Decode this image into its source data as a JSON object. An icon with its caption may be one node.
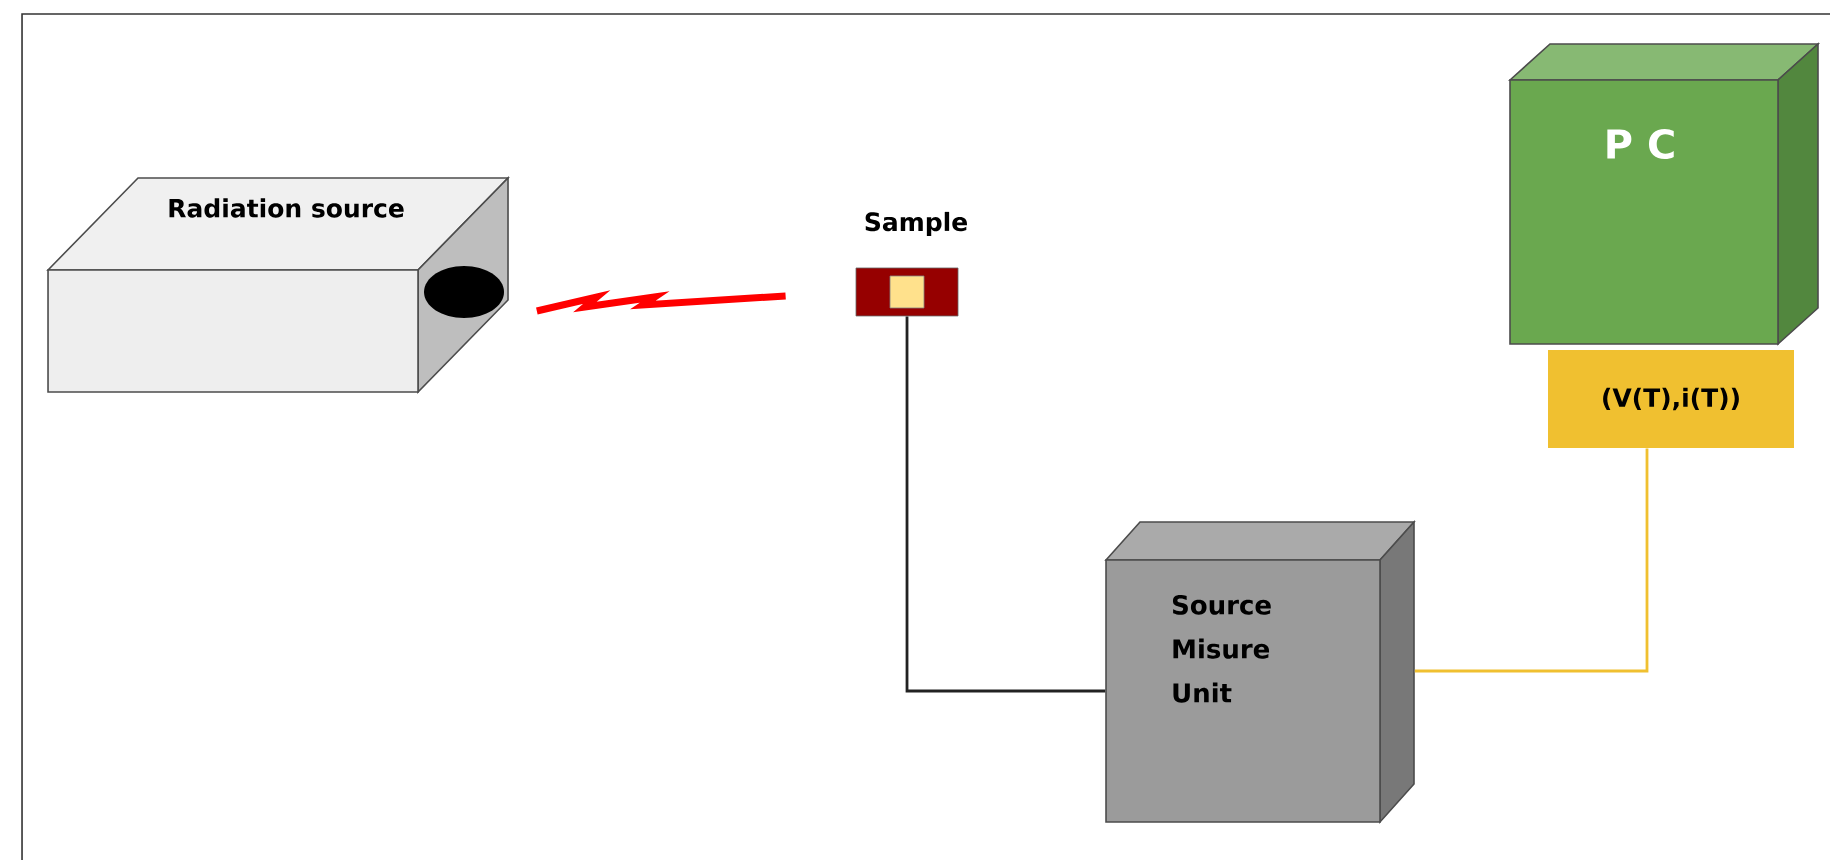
{
  "diagram": {
    "nodes": [
      {
        "text": [
          "Radiation source"
        ]
      },
      {
        "text": [
          "Sample"
        ]
      },
      {
        "text": [
          "Source Misure Unit"
        ]
      },
      {
        "text": [
          "P C"
        ]
      },
      {
        "text": [
          "(V(T),i(T))"
        ]
      }
    ],
    "edges": [
      {
        "from": 0,
        "to": 1,
        "arrow": "none",
        "color": "#ff0000",
        "style": "thick"
      },
      {
        "from": 1,
        "to": 2,
        "arrow": "none",
        "color": "#222222"
      },
      {
        "from": 2,
        "to": 4,
        "arrow": "none",
        "color": "#f0c030"
      }
    ]
  }
}
